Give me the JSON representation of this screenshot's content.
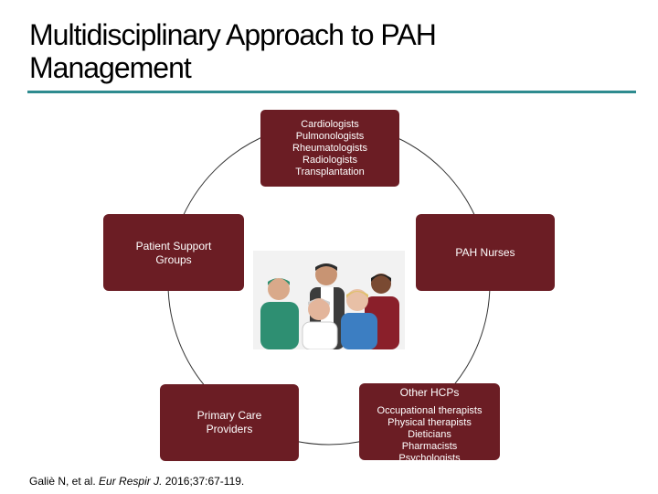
{
  "title": {
    "line1": "Multidisciplinary Approach to PAH",
    "line2": "Management"
  },
  "boxes": {
    "specialists": [
      "Cardiologists",
      "Pulmonologists",
      "Rheumatologists",
      "Radiologists",
      "Transplantation"
    ],
    "support_groups": [
      "Patient Support",
      "Groups"
    ],
    "pah_nurses": "PAH Nurses",
    "primary_care": [
      "Primary Care",
      "Providers"
    ],
    "other_hcps": {
      "header": "Other HCPs",
      "items": [
        "Occupational therapists",
        "Physical therapists",
        "Dieticians",
        "Pharmacists",
        "Psychologists"
      ]
    }
  },
  "citation": {
    "authors": "Galiè N, et al.",
    "journal": "Eur Respir J.",
    "ref": "2016;37:67-119."
  },
  "colors": {
    "box_fill": "#6b1d24",
    "rule": "#2e8b8f",
    "circle": "#333333"
  }
}
